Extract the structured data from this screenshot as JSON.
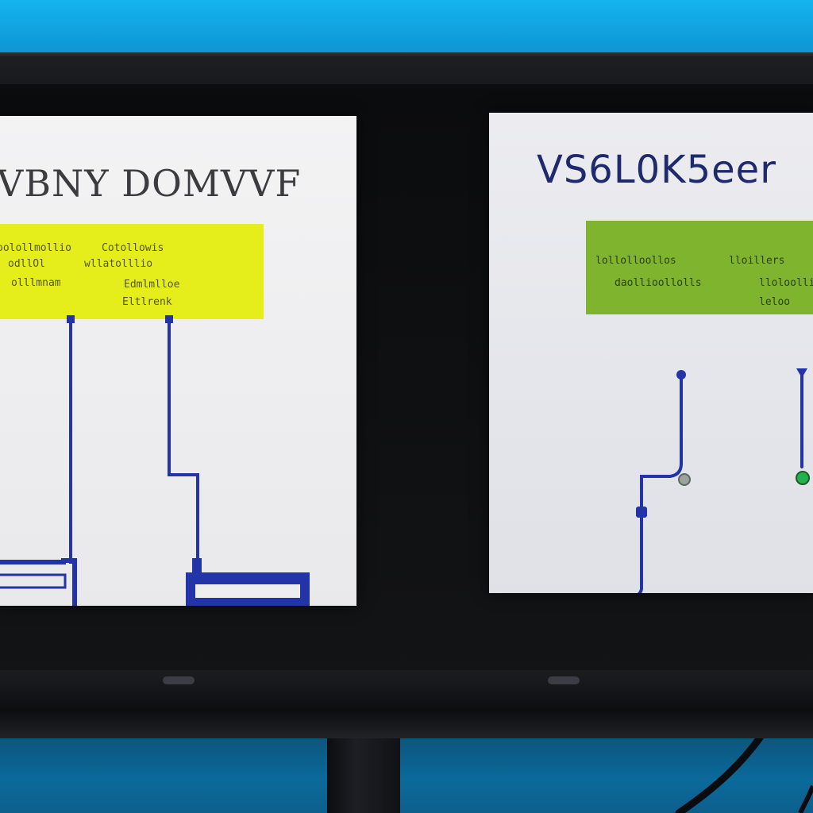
{
  "scene": {
    "colors": {
      "wall": "#129fdc",
      "monitor_frame": "#111214",
      "panel_bg": "#eeeef1",
      "wire": "#2234a8",
      "note_yellow": "#e5ee1b",
      "note_green": "#7fb52e",
      "led_green": "#22b14c"
    }
  },
  "left_panel": {
    "title": "VBNY DOMVVF",
    "note": {
      "lines": [
        [
          "oolollmollio",
          "Cotollowis"
        ],
        [
          "odllOl",
          "wllatolllio"
        ],
        [
          "olllmnam",
          "Edmlmlloe"
        ],
        [
          "",
          "Eltlrenk"
        ]
      ]
    }
  },
  "right_panel": {
    "title": "VS6L0K5eer",
    "note": {
      "lines": [
        [
          "lollolloollos",
          "lloillers"
        ],
        [
          "daollioollolls",
          "lloloollio"
        ],
        [
          "",
          "leloo"
        ]
      ]
    }
  }
}
